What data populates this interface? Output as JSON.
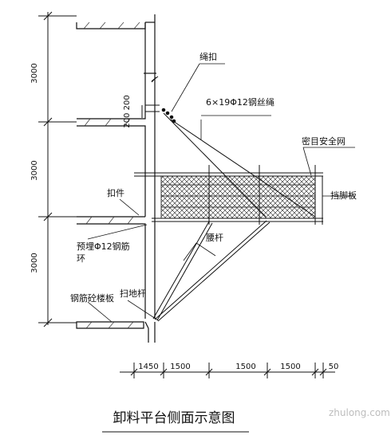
{
  "title": "卸料平台侧面示意图",
  "labels": {
    "rope_clip": "绳扣",
    "wire_rope": "6×19Φ12钢丝绳",
    "safety_net": "密目安全网",
    "toe_board": "挡脚板",
    "coupler": "扣件",
    "embedded_ring_line1": "预埋Φ12钢筋",
    "embedded_ring_line2": "环",
    "waist_bar": "腰杆",
    "floor_slab": "钢筋砼楼板",
    "sweep_bar": "扫地杆",
    "spacing": "200 200"
  },
  "floor_heights": [
    "3000",
    "3000",
    "3000"
  ],
  "horizontal_dims": [
    "1450",
    "1500",
    "1500",
    "1500",
    "50"
  ],
  "watermark": "zhulong.com",
  "colors": {
    "line": "#111111",
    "hatch": "#333333",
    "watermark": "#bdbdbd"
  }
}
